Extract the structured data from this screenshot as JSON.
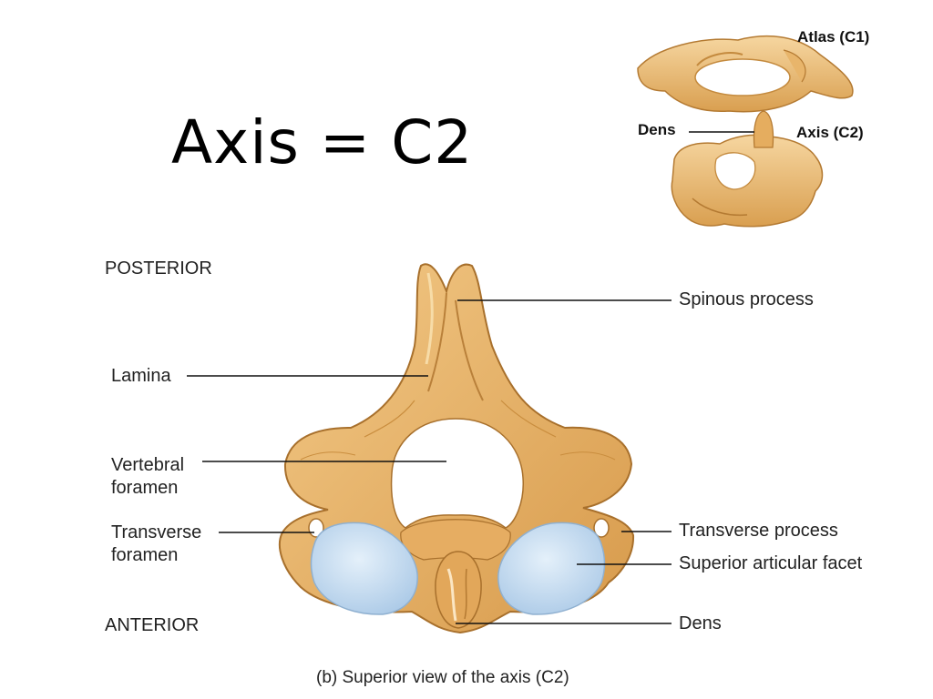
{
  "slide": {
    "title": "Axis = C2"
  },
  "inset": {
    "atlas_label": "Atlas (C1)",
    "axis_label": "Axis (C2)",
    "dens_label": "Dens"
  },
  "orientation": {
    "posterior": "POSTERIOR",
    "anterior": "ANTERIOR"
  },
  "labels": {
    "lamina": "Lamina",
    "vertebral_foramen_1": "Vertebral",
    "vertebral_foramen_2": "foramen",
    "transverse_foramen_1": "Transverse",
    "transverse_foramen_2": "foramen",
    "spinous_process": "Spinous process",
    "transverse_process": "Transverse process",
    "superior_articular_facet": "Superior articular facet",
    "dens": "Dens"
  },
  "caption": "(b) Superior view of the axis (C2)",
  "colors": {
    "bone": "#e9b46a",
    "bone_dark": "#c98d3e",
    "bone_light": "#f6d6a0",
    "facet": "#bcd6ee",
    "facet_light": "#dcebf8",
    "leader": "#111111"
  }
}
